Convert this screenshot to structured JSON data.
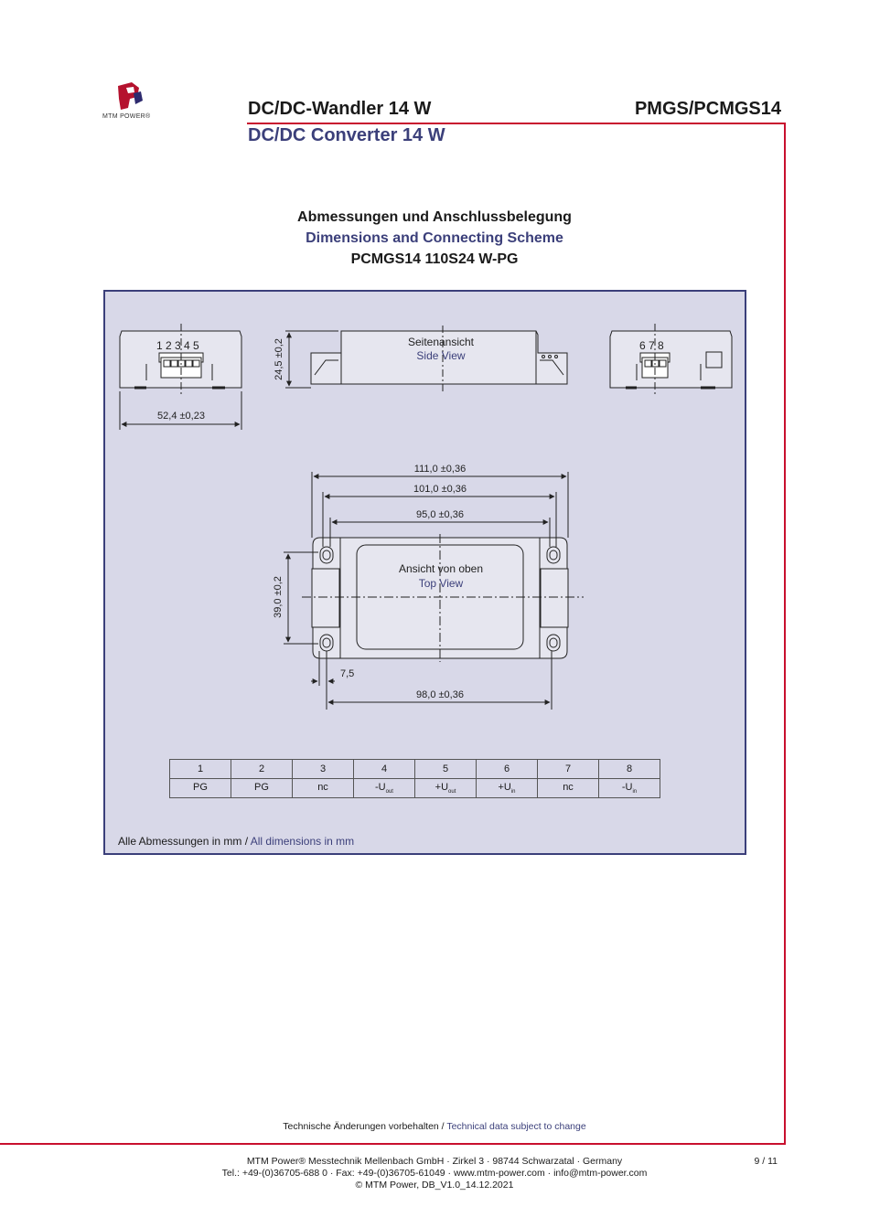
{
  "brand": {
    "logo_text": "MTM POWER®"
  },
  "header": {
    "title_de": "DC/DC-Wandler 14 W",
    "title_en": "DC/DC Converter 14 W",
    "model": "PMGS/PCMGS14"
  },
  "section": {
    "title_de": "Abmessungen und Anschlussbelegung",
    "title_en": "Dimensions and Connecting Scheme",
    "model": "PCMGS14 110S24 W-PG"
  },
  "drawing": {
    "front_pins": "1 2 3 4 5",
    "rear_pins": "6 7 8",
    "width_dim": "52,4 ±0,23",
    "height_dim": "24,5 ±0,2",
    "side_label_de": "Seitenansicht",
    "side_label_en": "Side View",
    "top_label_de": "Ansicht von oben",
    "top_label_en": "Top View",
    "dim_111": "111,0 ±0,36",
    "dim_101": "101,0 ±0,36",
    "dim_95": "95,0 ±0,36",
    "dim_39": "39,0 ±0,2",
    "dim_7_5": "7,5",
    "dim_98": "98,0 ±0,36"
  },
  "pin_table": {
    "numbers": [
      "1",
      "2",
      "3",
      "4",
      "5",
      "6",
      "7",
      "8"
    ],
    "functions": [
      {
        "main": "PG",
        "sub": ""
      },
      {
        "main": "PG",
        "sub": ""
      },
      {
        "main": "nc",
        "sub": ""
      },
      {
        "main": "-U",
        "sub": "out"
      },
      {
        "main": "+U",
        "sub": "out"
      },
      {
        "main": "+U",
        "sub": "in"
      },
      {
        "main": "nc",
        "sub": ""
      },
      {
        "main": "-U",
        "sub": "in"
      }
    ]
  },
  "note": {
    "de": "Alle Abmessungen in mm / ",
    "en": "All dimensions in mm"
  },
  "footer": {
    "change_de": "Technische Änderungen vorbehalten / ",
    "change_en": "Technical data subject to change",
    "line1": "MTM Power®  Messtechnik Mellenbach GmbH · Zirkel 3 · 98744 Schwarzatal · Germany",
    "line2": "Tel.: +49-(0)36705-688 0 · Fax: +49-(0)36705-61049 · www.mtm-power.com · info@mtm-power.com",
    "line3": "© MTM Power, DB_V1.0_14.12.2021",
    "page": "9 / 11"
  },
  "colors": {
    "accent_red": "#c8102e",
    "navy": "#3b3f7a",
    "panel_bg": "#d8d8e8"
  }
}
